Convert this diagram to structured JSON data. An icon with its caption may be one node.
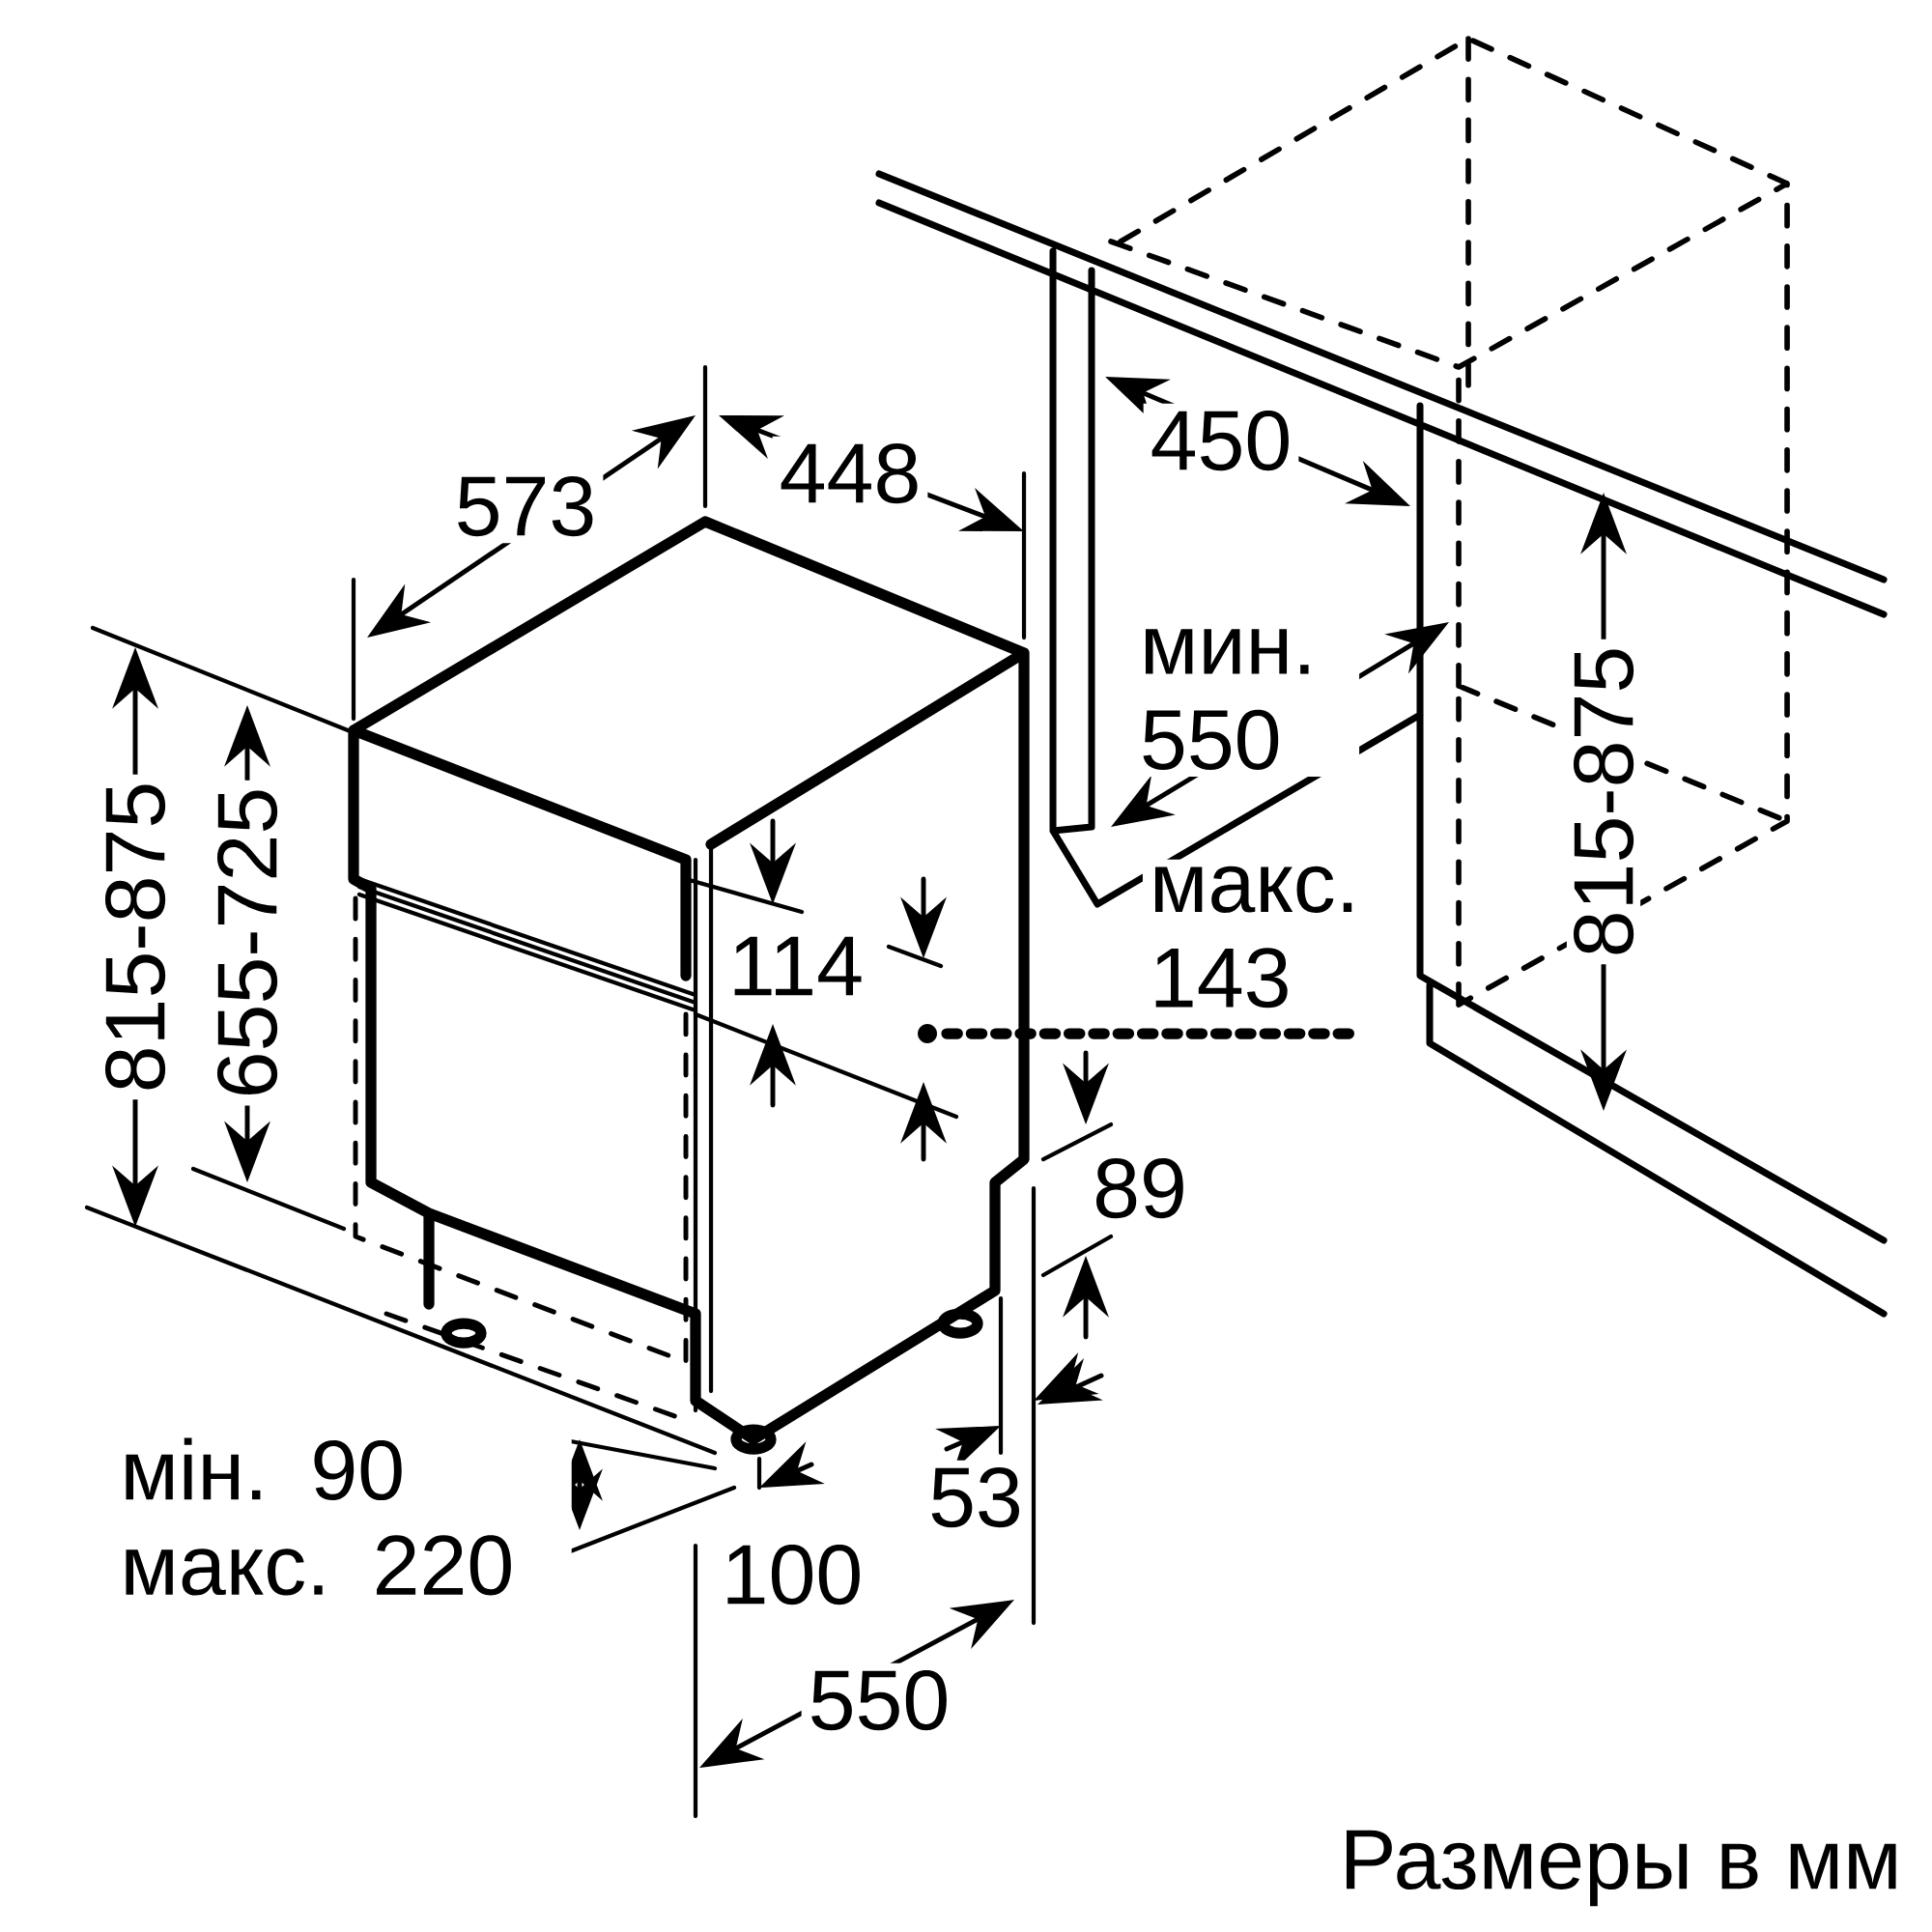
{
  "diagram": {
    "caption": "Размеры в мм",
    "labels": [
      "573",
      "448",
      "450",
      "мин. 550",
      "815-875",
      "655-725",
      "макс. 143",
      "114",
      "815-875",
      "89",
      "мін. 90 макс. 220",
      "53",
      "100",
      "550"
    ]
  }
}
